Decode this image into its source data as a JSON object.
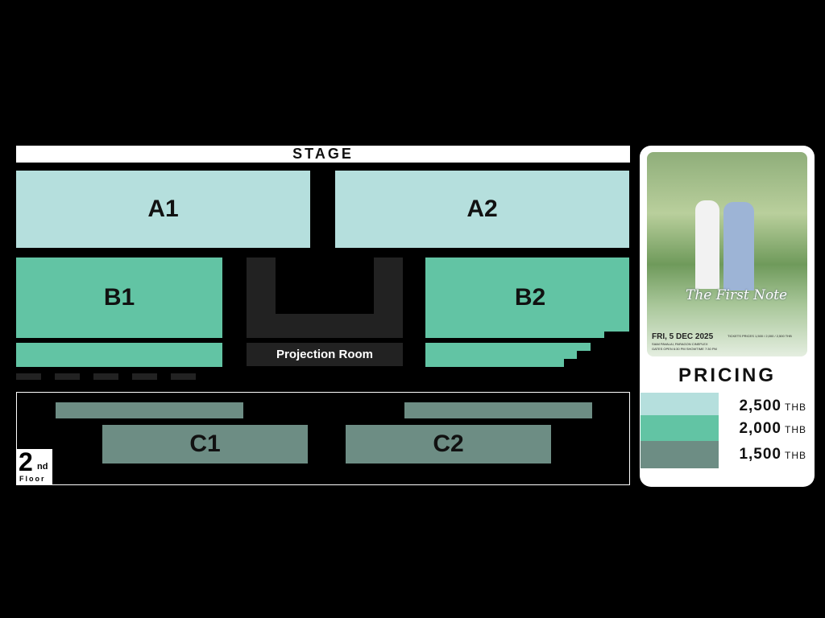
{
  "stage": "STAGE",
  "zones": {
    "a1": "A1",
    "a2": "A2",
    "b1": "B1",
    "b2": "B2",
    "c1": "C1",
    "c2": "C2"
  },
  "projection_room": "Projection Room",
  "floor": {
    "number": "2",
    "suffix": "nd",
    "label": "Floor"
  },
  "pricing": {
    "title": "PRICING",
    "tiers": [
      {
        "price": "2,500",
        "currency": "THB",
        "color": "#b5dfdd"
      },
      {
        "price": "2,000",
        "currency": "THB",
        "color": "#62c4a4"
      },
      {
        "price": "1,500",
        "currency": "THB",
        "color": "#6d8d84"
      }
    ]
  },
  "poster": {
    "title": "The First Note",
    "date": "FRI, 5 DEC 2025",
    "venue": "SIAM PAVALAI, PARAGON CINEPLEX",
    "times": "GATES OPEN 6:30 PM  SHOWTIME 7:30 PM",
    "tickets": "TICKETS PRICES 1,500 / 2,000 / 2,500 THB"
  }
}
